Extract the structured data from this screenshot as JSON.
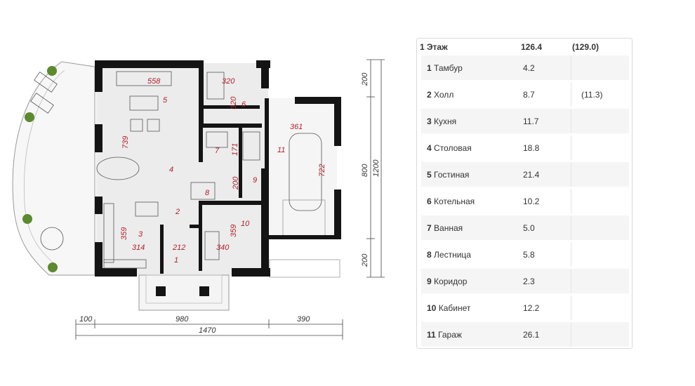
{
  "table": {
    "header": {
      "floor": "1 Этаж",
      "area": "126.4",
      "total": "(129.0)"
    },
    "rooms": [
      {
        "num": "1",
        "name": "Тамбур",
        "area": "4.2",
        "extra": ""
      },
      {
        "num": "2",
        "name": "Холл",
        "area": "8.7",
        "extra": "(11.3)"
      },
      {
        "num": "3",
        "name": "Кухня",
        "area": "11.7",
        "extra": ""
      },
      {
        "num": "4",
        "name": "Столовая",
        "area": "18.8",
        "extra": ""
      },
      {
        "num": "5",
        "name": "Гостиная",
        "area": "21.4",
        "extra": ""
      },
      {
        "num": "6",
        "name": "Котельная",
        "area": "10.2",
        "extra": ""
      },
      {
        "num": "7",
        "name": "Ванная",
        "area": "5.0",
        "extra": ""
      },
      {
        "num": "8",
        "name": "Лестница",
        "area": "5.8",
        "extra": ""
      },
      {
        "num": "9",
        "name": "Коридор",
        "area": "2.3",
        "extra": ""
      },
      {
        "num": "10",
        "name": "Кабинет",
        "area": "12.2",
        "extra": ""
      },
      {
        "num": "11",
        "name": "Гараж",
        "area": "26.1",
        "extra": ""
      }
    ]
  },
  "plan": {
    "inner_dims": [
      "558",
      "320",
      "320",
      "739",
      "171",
      "361",
      "722",
      "200",
      "359",
      "314",
      "212",
      "340",
      "359"
    ],
    "room_numbers": [
      "5",
      "6",
      "7",
      "4",
      "11",
      "8",
      "9",
      "2",
      "3",
      "10",
      "1"
    ],
    "bottom_dims": [
      "100",
      "980",
      "390",
      "1470"
    ],
    "right_dims": [
      "200",
      "800",
      "1200",
      "200"
    ]
  }
}
